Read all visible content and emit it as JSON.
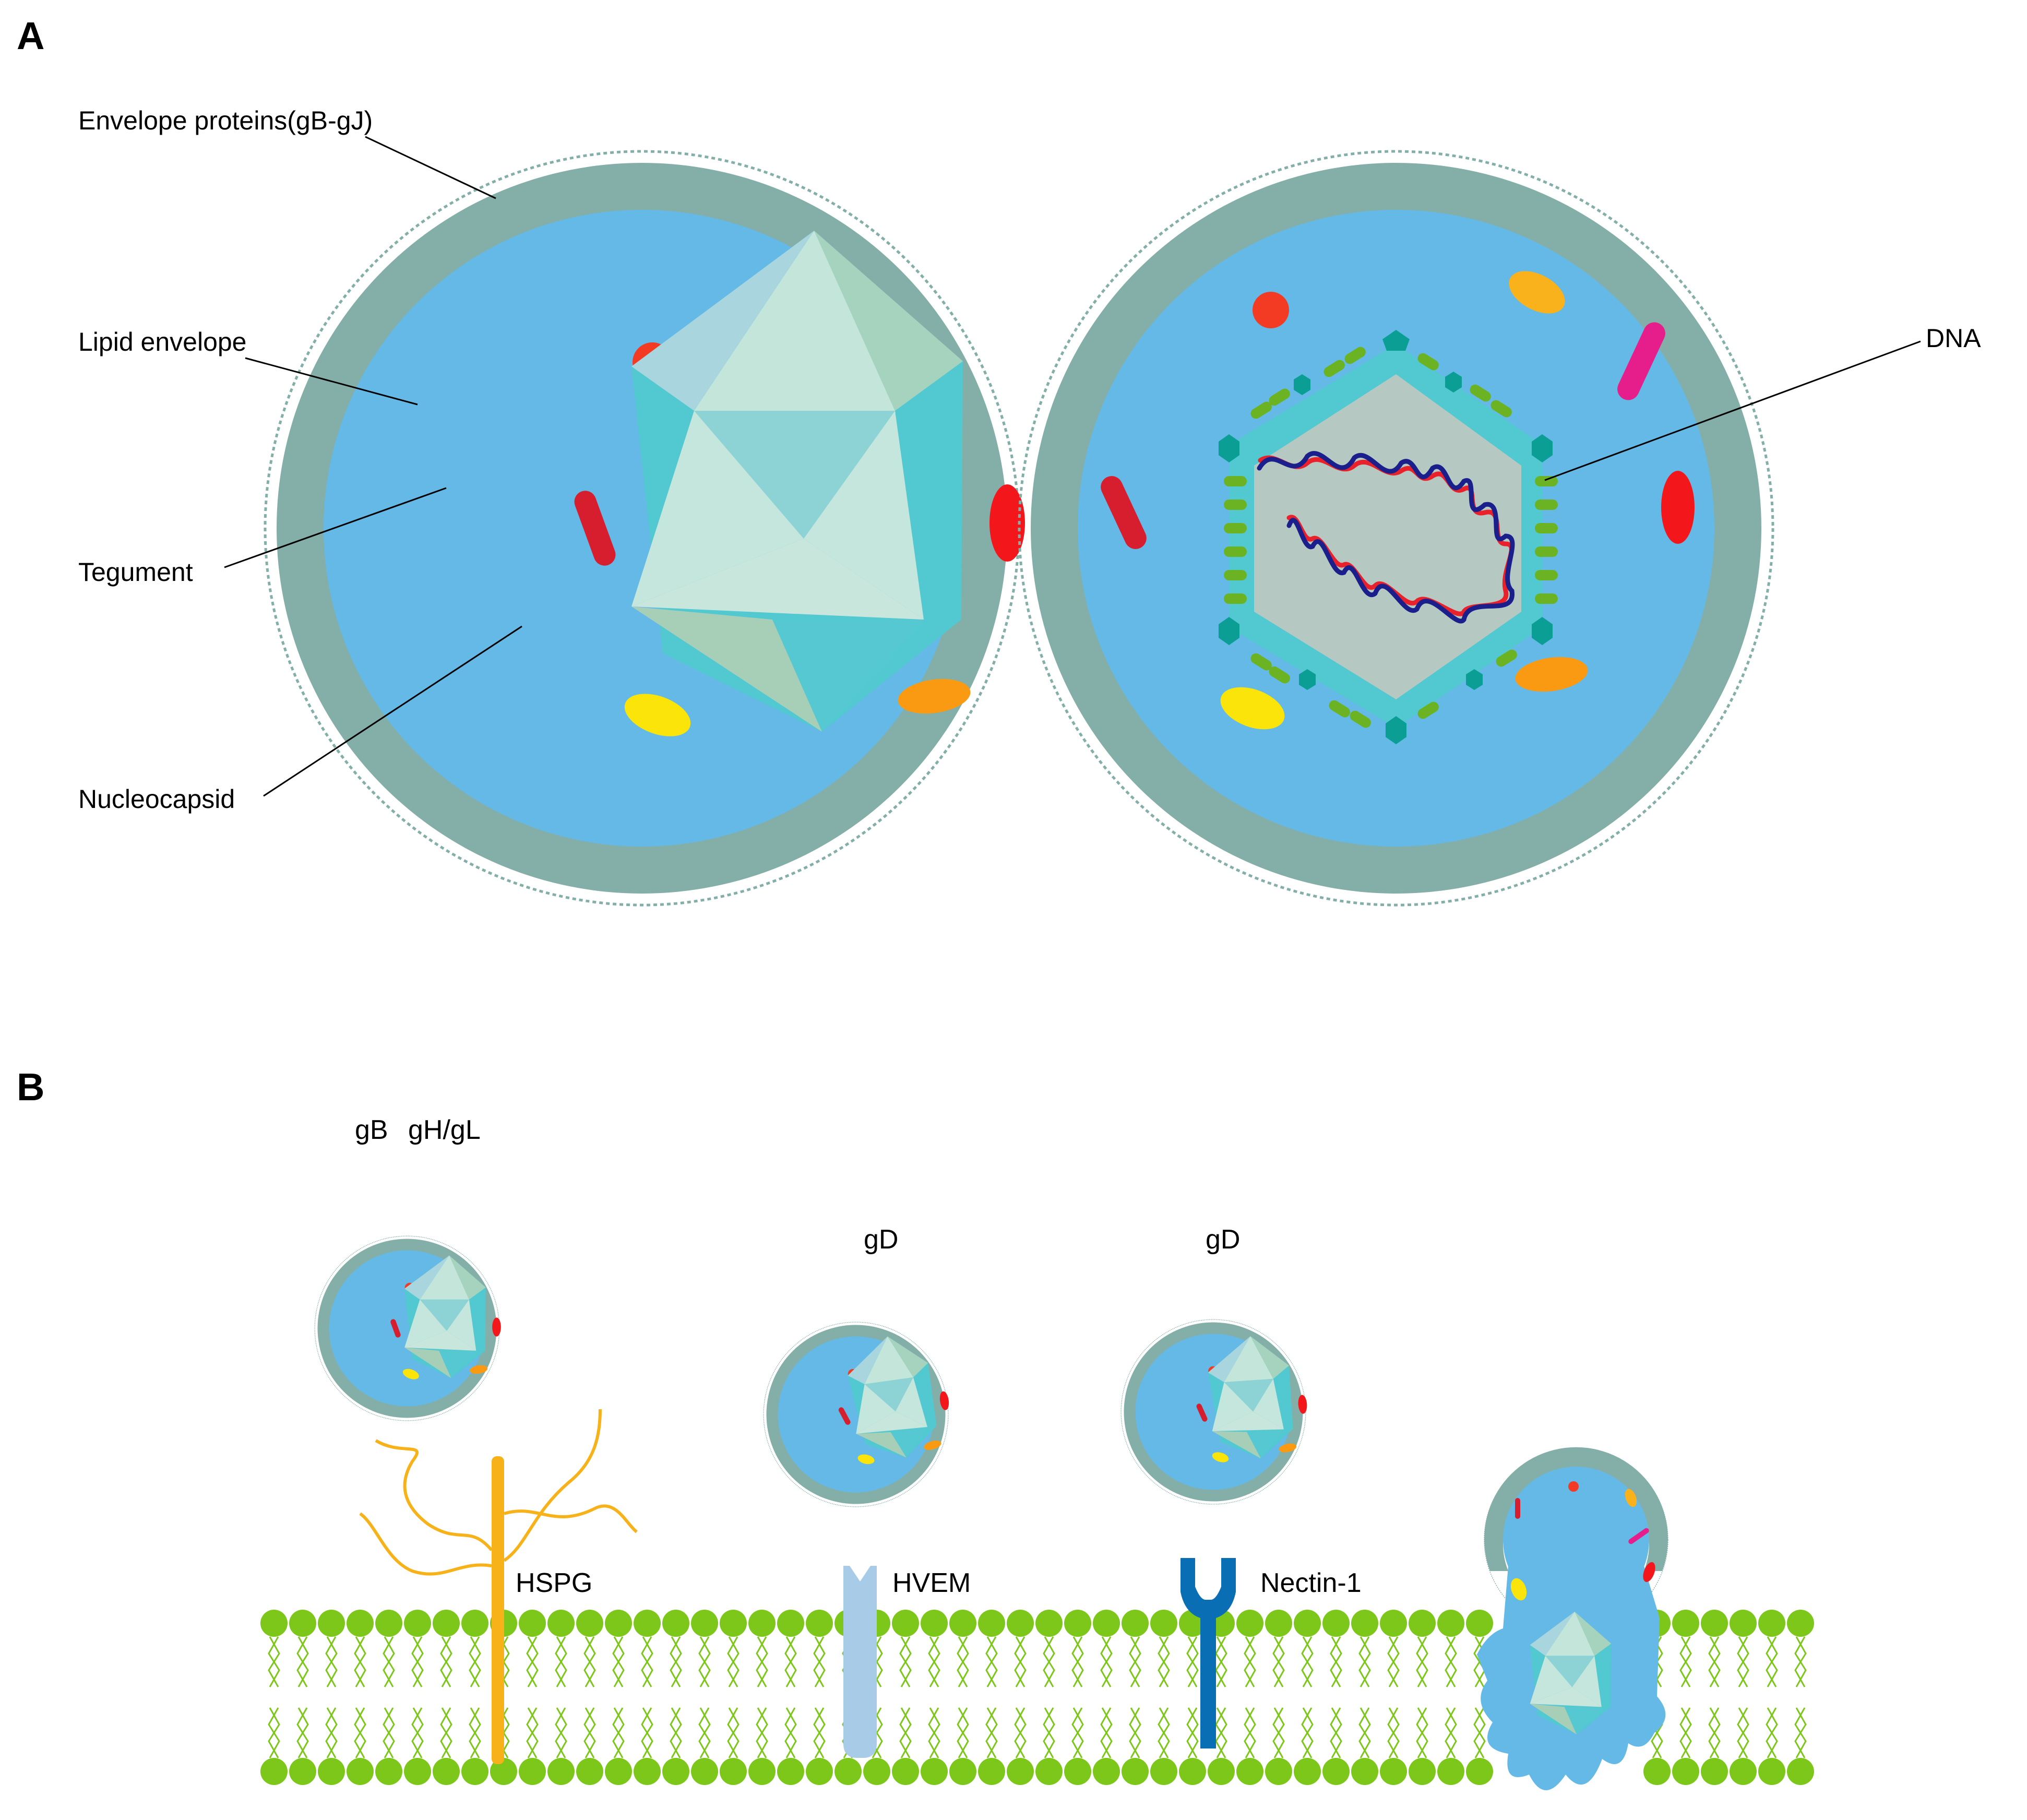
{
  "panel_a": {
    "letter": "A",
    "labels": {
      "envelope_proteins": "Envelope proteins(gB-gJ)",
      "lipid_envelope": "Lipid envelope",
      "tegument": "Tegument",
      "nucleocapsid": "Nucleocapsid",
      "dna": "DNA"
    }
  },
  "panel_b": {
    "letter": "B",
    "glycoprotein_labels": {
      "gb": "gB",
      "ghgl": "gH/gL",
      "gd_hvem": "gD",
      "gd_nectin": "gD"
    },
    "receptors": [
      {
        "name": "HSPG",
        "color": "#F7B21A"
      },
      {
        "name": "HVEM",
        "color": "#A8CBE8"
      },
      {
        "name": "Nectin-1",
        "color": "#0A6EB4"
      }
    ]
  },
  "colors": {
    "envelope": "#84AFA8",
    "tegument": "#64B9E6",
    "capsid": "#52C8D0",
    "membrane_head": "#7DC61A",
    "dna_strand_1": "#1B1F8C",
    "dna_strand_2": "#E8212B"
  }
}
